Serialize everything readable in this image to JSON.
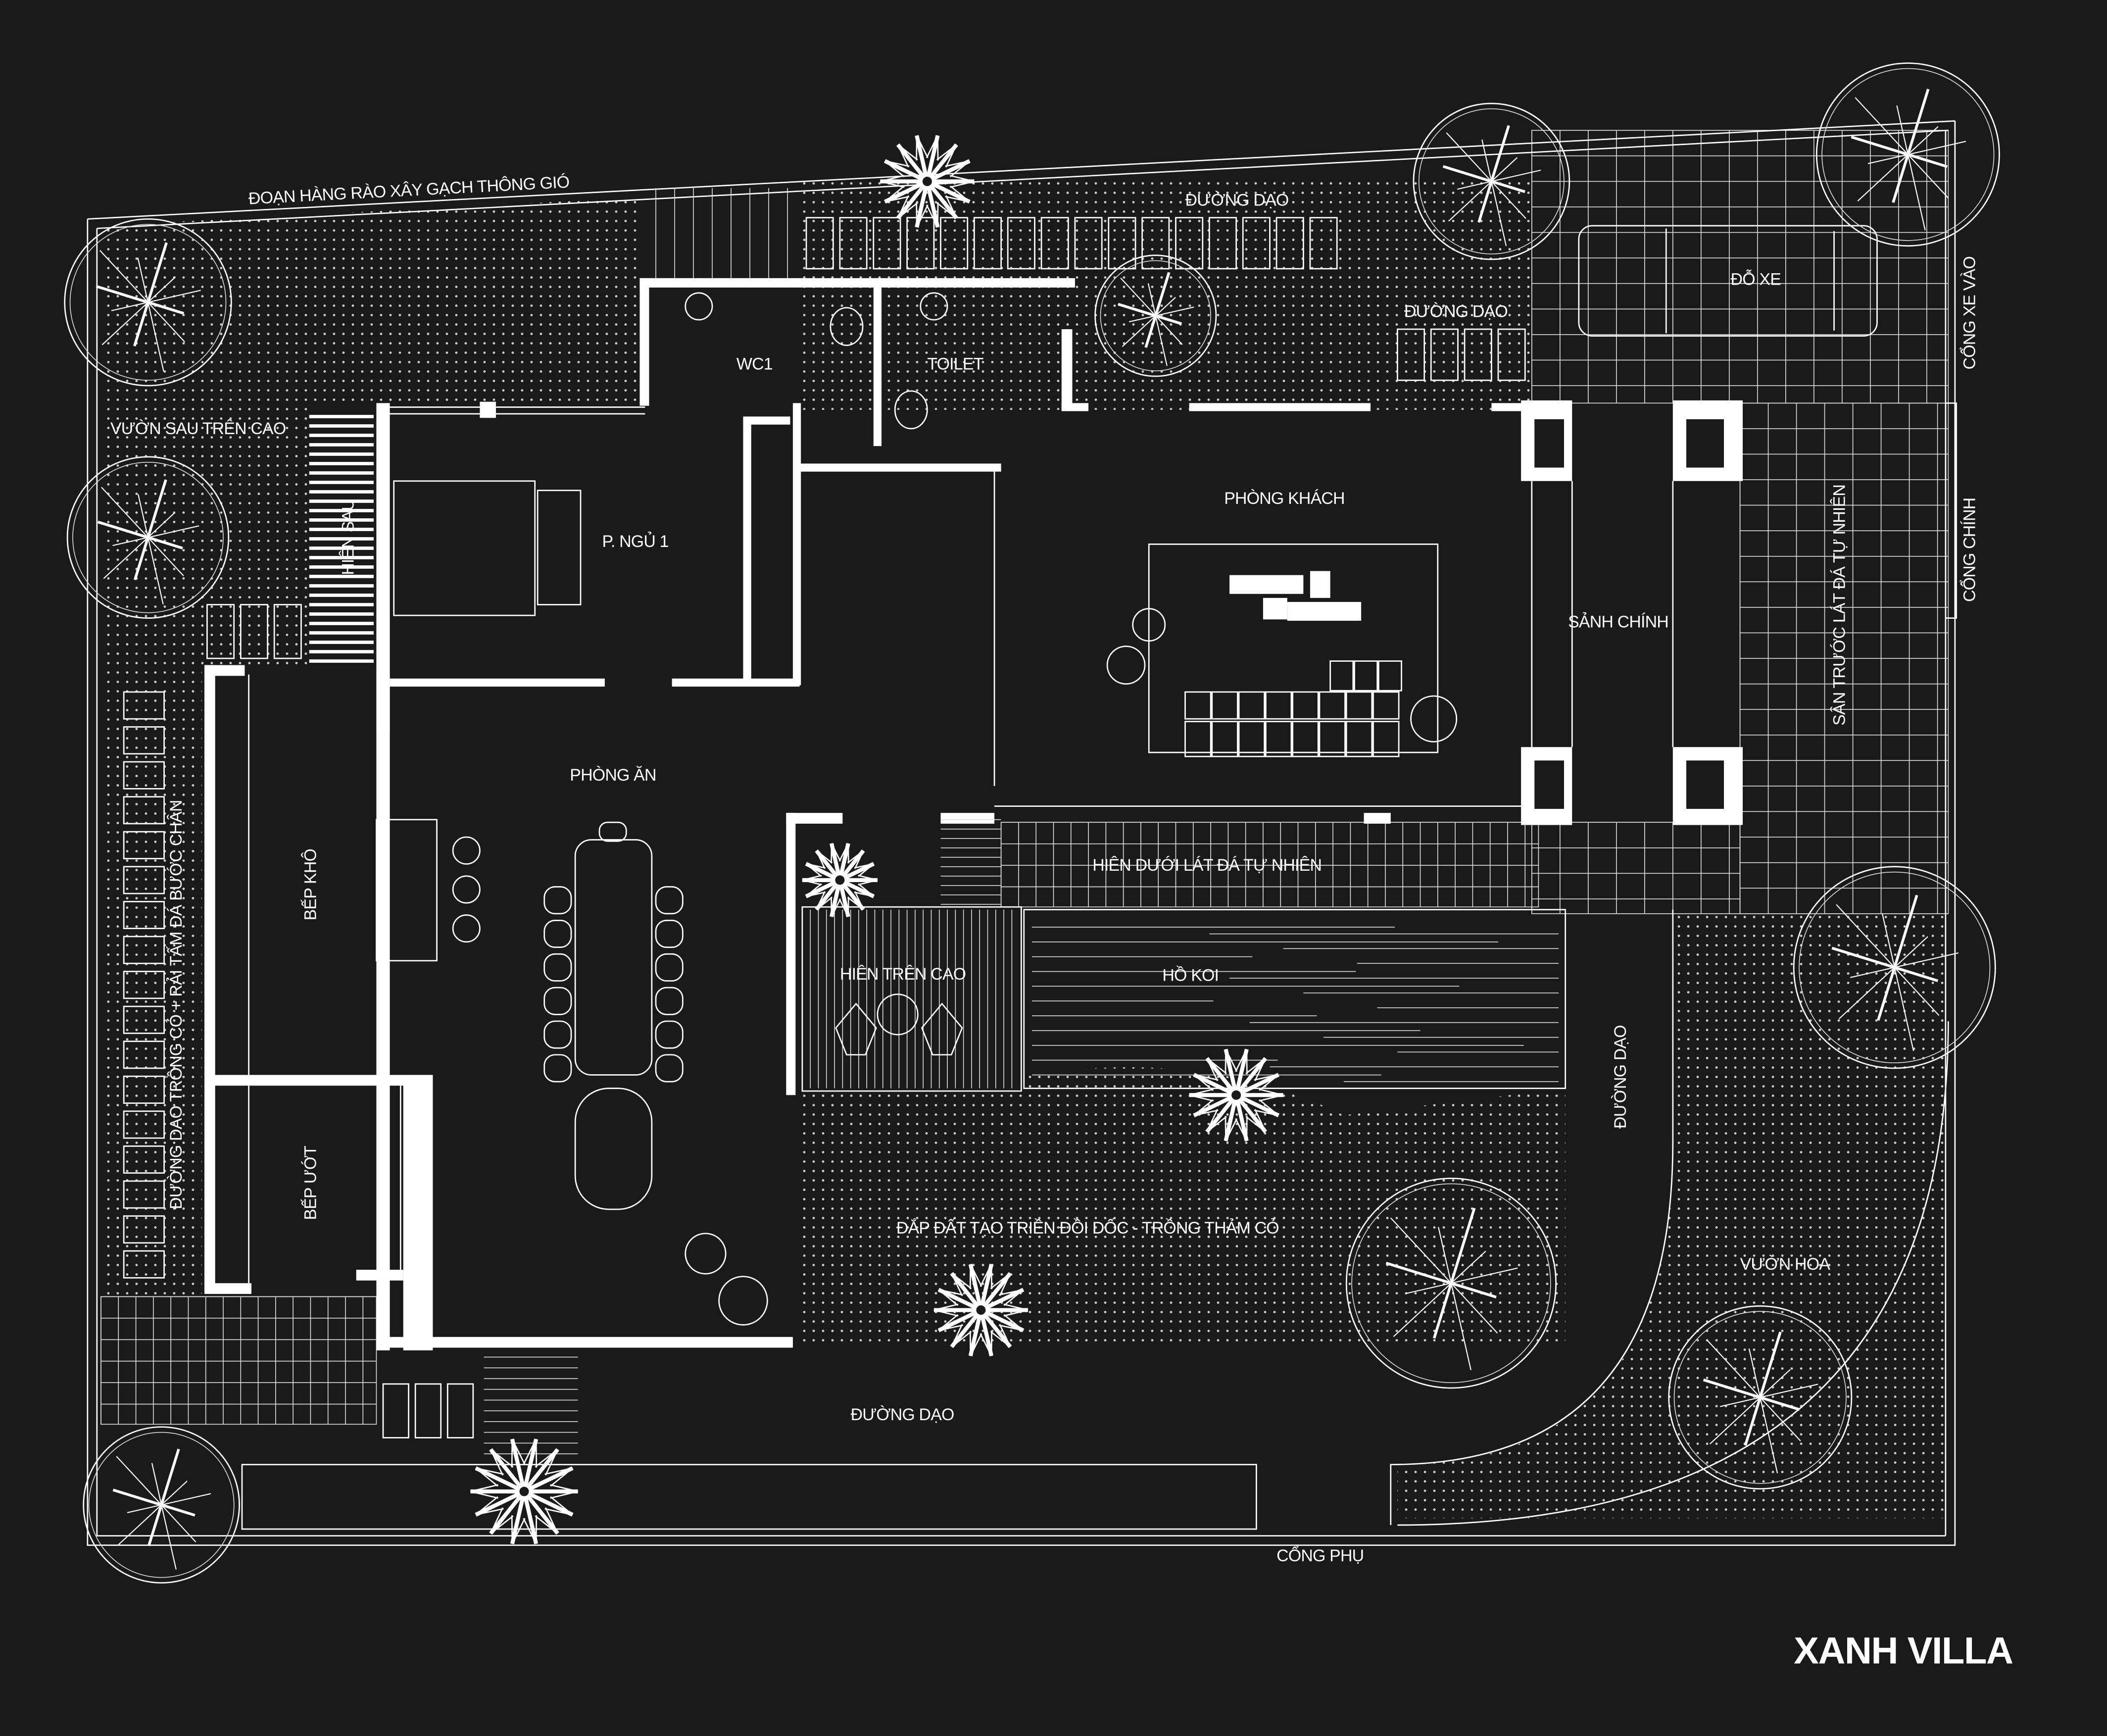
{
  "colors": {
    "background": "#1a1a1a",
    "line": "#ffffff"
  },
  "title": "XANH VILLA",
  "labels": {
    "fence": "ĐOẠN HÀNG RÀO XÂY GẠCH THÔNG GIÓ",
    "walkway_top": "ĐƯỜNG DẠO",
    "walkway_top2": "ĐƯỜNG DẠO",
    "parking": "ĐỖ XE",
    "car_gate": "CỔNG XE VÀO",
    "main_gate": "CỔNG CHÍNH",
    "front_yard": "SÂN TRƯỚC LÁT ĐÁ TỰ NHIÊN",
    "wc1": "WC1",
    "toilet": "TOILET",
    "back_garden": "VƯỜN  SAU TRÊN CAO",
    "back_porch": "HIÊN SAU",
    "bedroom1": "P. NGỦ 1",
    "living_room": "PHÒNG KHÁCH",
    "main_hall": "SẢNH CHÍNH",
    "dining_room": "PHÒNG ĂN",
    "dry_kitchen": "BẾP KHÔ",
    "side_path": "ĐƯỜNG DẠO TRỒNG CỎ + RẢI TẤM ĐÁ BƯỚC CHÂN",
    "lower_porch": "HIÊN DƯỚI LÁT ĐÁ TỰ NHIÊN",
    "upper_porch": "HIÊN TRÊN CAO",
    "koi_pond": "HỒ KOI",
    "walkway_right": "ĐƯỜNG DẠO",
    "wet_kitchen": "BẾP ƯỚT",
    "hill": "ĐẮP ĐẤT TẠO TRIỀN ĐỒI DỐC - TRỒNG THẢM CỎ",
    "flower_garden": "VƯỜN HOA",
    "walkway_bottom": "ĐƯỜNG DẠO",
    "side_gate": "CỔNG PHỤ"
  },
  "icons": {
    "tree": "tree-icon",
    "palm": "palm-plant-icon",
    "car": "car-icon"
  }
}
